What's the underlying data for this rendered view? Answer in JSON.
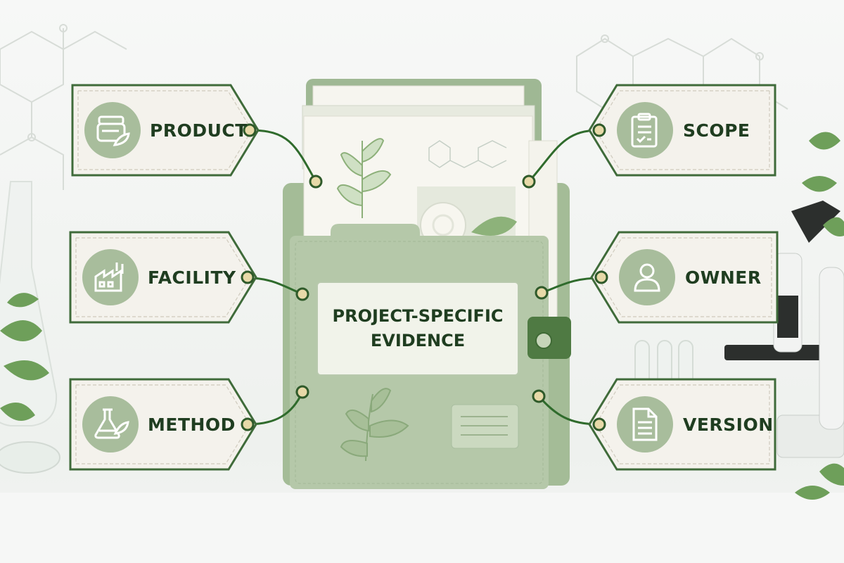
{
  "center": {
    "title": "PROJECT-SPECIFIC EVIDENCE"
  },
  "tags": [
    {
      "key": "product",
      "label": "PRODUCT",
      "icon": "product-jar-leaf-icon"
    },
    {
      "key": "facility",
      "label": "FACILITY",
      "icon": "factory-icon"
    },
    {
      "key": "method",
      "label": "METHOD",
      "icon": "flask-leaf-icon"
    },
    {
      "key": "scope",
      "label": "SCOPE",
      "icon": "clipboard-checklist-icon"
    },
    {
      "key": "owner",
      "label": "OWNER",
      "icon": "person-icon"
    },
    {
      "key": "version",
      "label": "VERSION",
      "icon": "document-icon"
    }
  ],
  "colors": {
    "accent_green": "#2f6b2c",
    "icon_circle": "#a8bd9c",
    "folder": "#b5c8a9",
    "tag_fill": "#f4f2ec",
    "text_dark": "#1f3d20"
  }
}
